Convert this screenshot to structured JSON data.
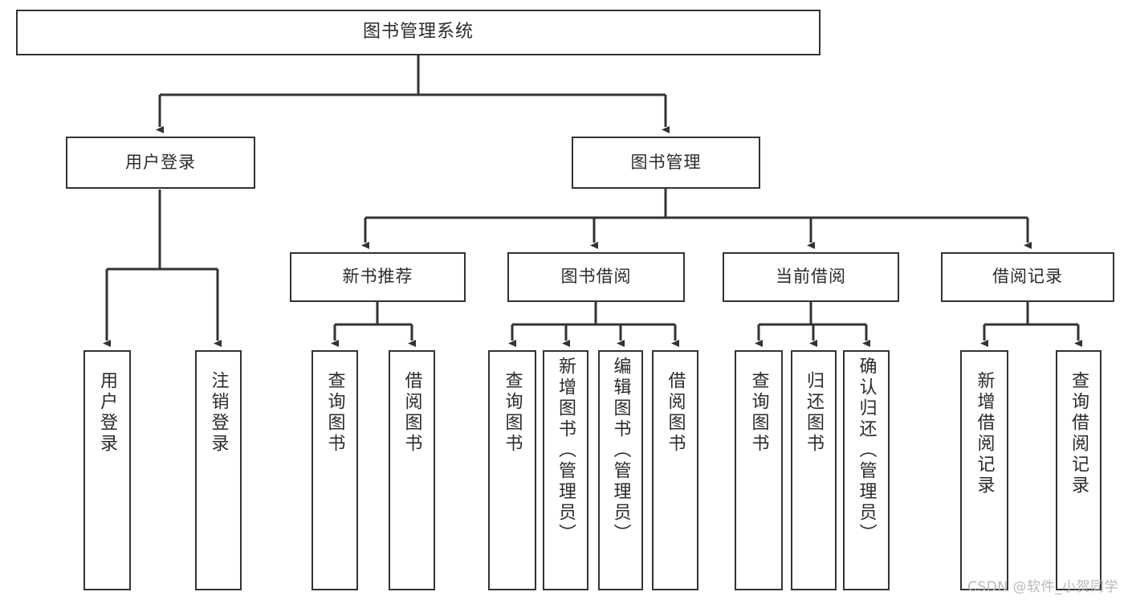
{
  "diagram": {
    "title": "图书管理系统",
    "type": "functional-structure-tree",
    "watermark": "CSDN @软件_小贺同学",
    "colors": {
      "background": "#ffffff",
      "box_border": "#333333",
      "box_fill": "#ffffff",
      "text": "#2b2b2b",
      "connector": "#333333",
      "watermark": "#b9b9b9"
    },
    "root": {
      "label": "图书管理系统"
    },
    "level1": [
      {
        "id": "login",
        "label": "用户登录"
      },
      {
        "id": "bookmgmt",
        "label": "图书管理"
      }
    ],
    "level2": [
      {
        "id": "newbook",
        "label": "新书推荐",
        "parent": "bookmgmt"
      },
      {
        "id": "borrow",
        "label": "图书借阅",
        "parent": "bookmgmt"
      },
      {
        "id": "current",
        "label": "当前借阅",
        "parent": "bookmgmt"
      },
      {
        "id": "record",
        "label": "借阅记录",
        "parent": "bookmgmt"
      }
    ],
    "leaves": {
      "login": [
        {
          "label": "用户登录"
        },
        {
          "label": "注销登录"
        }
      ],
      "newbook": [
        {
          "label": "查询图书"
        },
        {
          "label": "借阅图书"
        }
      ],
      "borrow": [
        {
          "label": "查询图书"
        },
        {
          "label": "新增图书（管理员）"
        },
        {
          "label": "编辑图书（管理员）"
        },
        {
          "label": "借阅图书"
        }
      ],
      "current": [
        {
          "label": "查询图书"
        },
        {
          "label": "归还图书"
        },
        {
          "label": "确认归还（管理员）"
        }
      ],
      "record": [
        {
          "label": "新增借阅记录"
        },
        {
          "label": "查询借阅记录"
        }
      ]
    }
  }
}
